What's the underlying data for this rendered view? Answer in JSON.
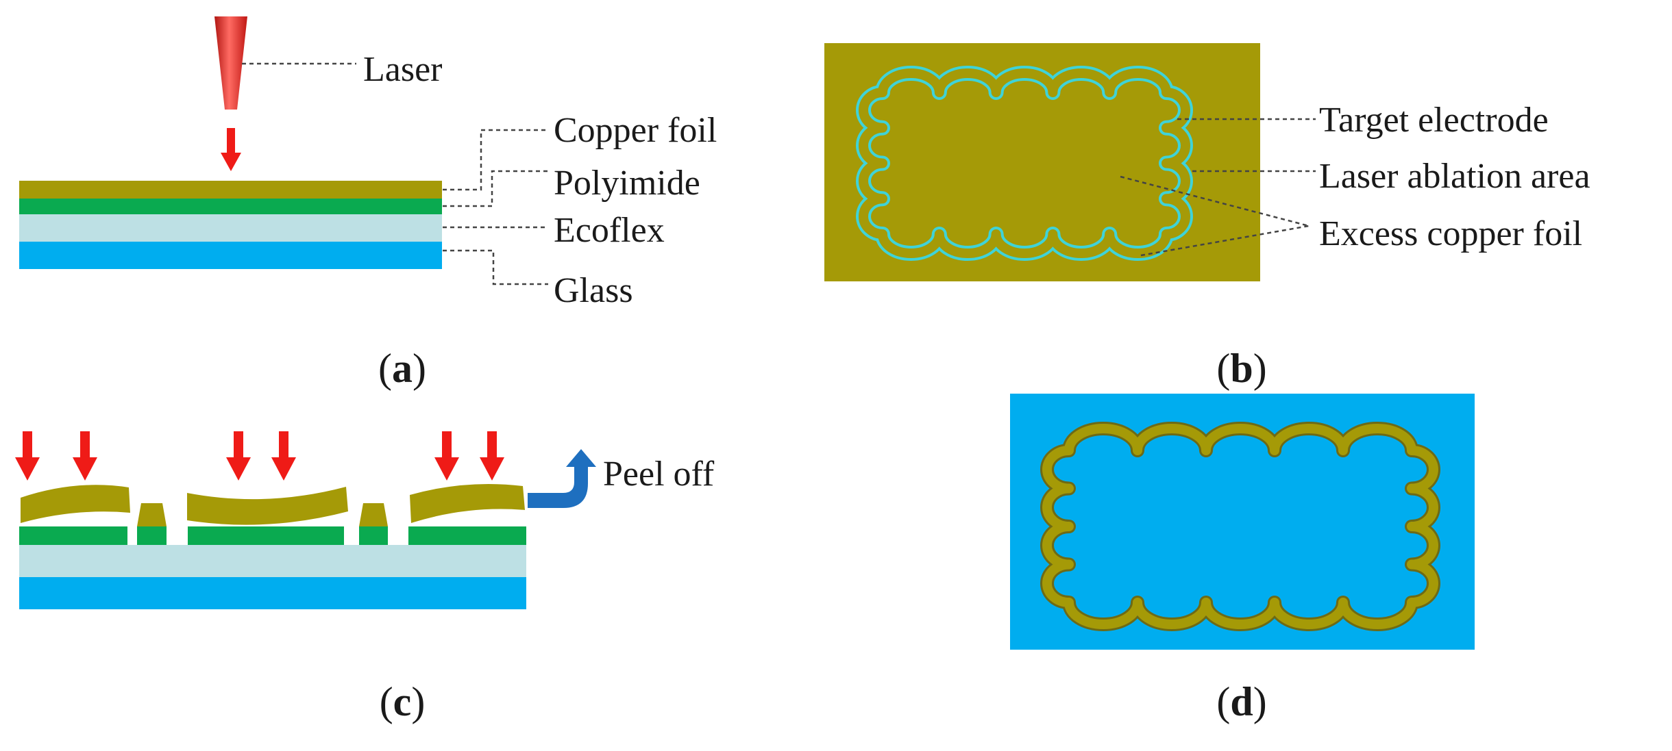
{
  "figure": {
    "panels": {
      "a": {
        "caption": {
          "open": "(",
          "letter": "a",
          "close": ")"
        },
        "labels": {
          "laser": "Laser",
          "copper_foil": "Copper foil",
          "polyimide": "Polyimide",
          "ecoflex": "Ecoflex",
          "glass": "Glass"
        }
      },
      "b": {
        "caption": {
          "open": "(",
          "letter": "b",
          "close": ")"
        },
        "labels": {
          "target_electrode": "Target electrode",
          "laser_ablation_area": "Laser ablation area",
          "excess_copper_foil": "Excess copper foil"
        }
      },
      "c": {
        "caption": {
          "open": "(",
          "letter": "c",
          "close": ")"
        },
        "labels": {
          "peel_off": "Peel off"
        }
      },
      "d": {
        "caption": {
          "open": "(",
          "letter": "d",
          "close": ")"
        }
      }
    }
  },
  "colors": {
    "copper": "#a59a07",
    "polyimide": "#0aaa50",
    "ecoflex": "#bde0e4",
    "glass": "#00adef",
    "laser_red": "#ef1b17",
    "ablation_cyan": "#3fd3d8",
    "peel_arrow_blue": "#1e6fbf"
  }
}
